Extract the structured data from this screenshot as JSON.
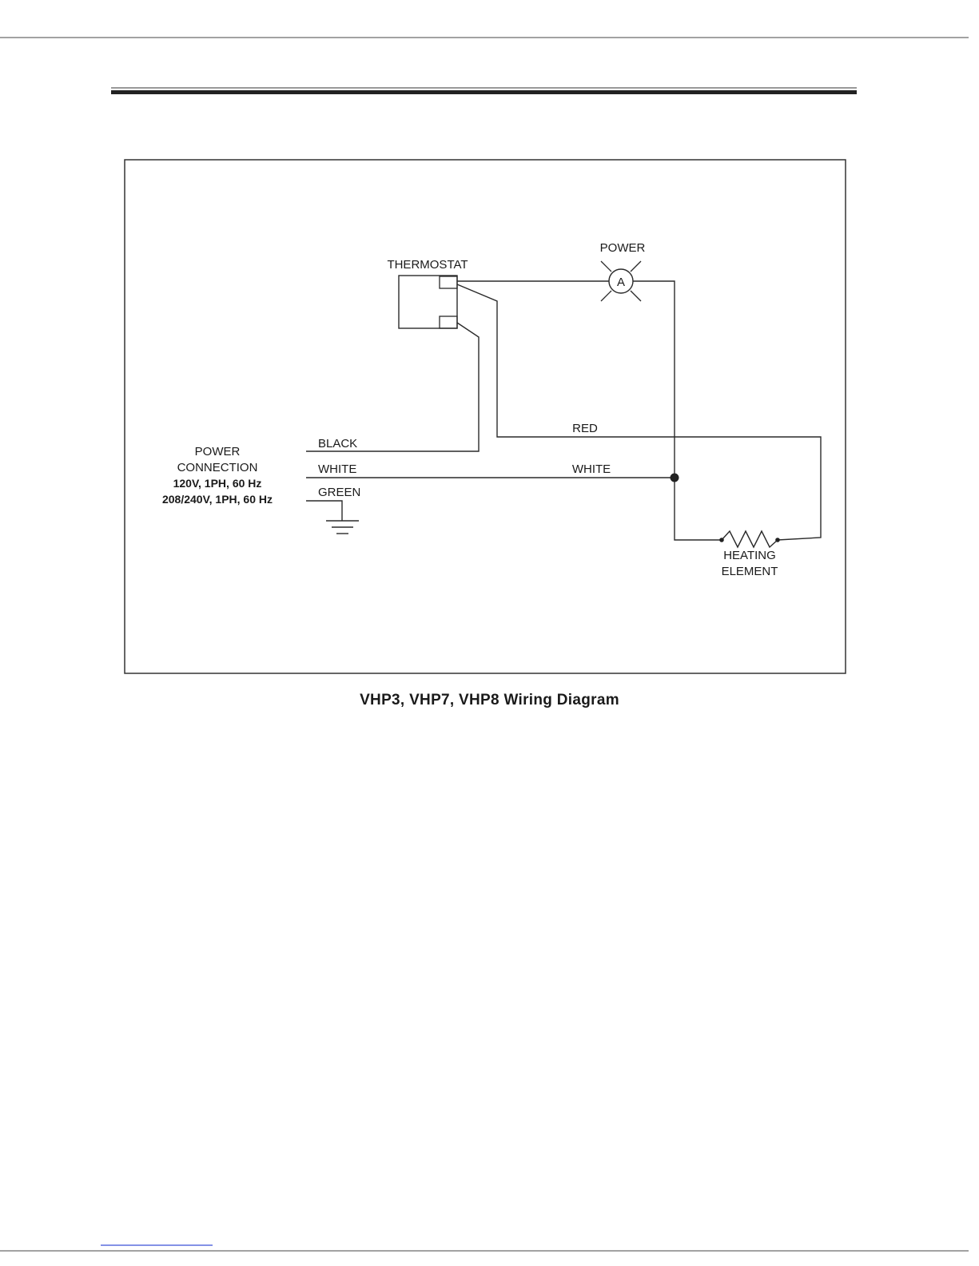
{
  "diagram": {
    "caption": "VHP3, VHP7, VHP8 Wiring Diagram",
    "labels": {
      "thermostat": "THERMOSTAT",
      "power_light": "POWER",
      "indicator_letter": "A",
      "power_connection_title_1": "POWER",
      "power_connection_title_2": "CONNECTION",
      "voltage_1": "120V, 1PH, 60 Hz",
      "voltage_2": "208/240V, 1PH, 60 Hz",
      "wire_black": "BLACK",
      "wire_white_in": "WHITE",
      "wire_green": "GREEN",
      "wire_red": "RED",
      "wire_white_out": "WHITE",
      "heating_element_1": "HEATING",
      "heating_element_2": "ELEMENT"
    }
  }
}
